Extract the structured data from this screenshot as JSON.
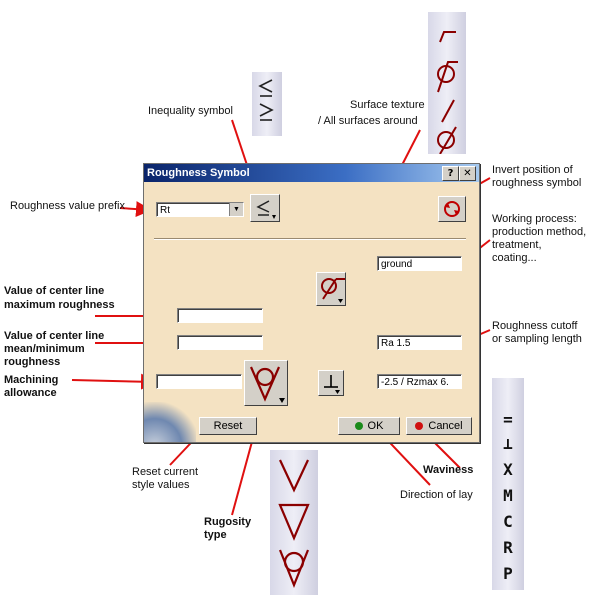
{
  "dialog": {
    "title": "Roughness Symbol",
    "help_label": "?",
    "close_label": "✕",
    "prefix_value": "Rt",
    "process_value": "ground",
    "center_max_value": "",
    "center_mean_value": "",
    "cutoff_value": "Ra 1.5",
    "machining_value": "",
    "waviness_value": "-2.5 / Rzmax 6.",
    "reset_label": "Reset",
    "ok_label": "OK",
    "cancel_label": "Cancel"
  },
  "callouts": {
    "inequality": "Inequality symbol",
    "surface_texture_1": "Surface texture",
    "surface_texture_2": "/ All surfaces around",
    "invert_1": "Invert position of",
    "invert_2": "roughness symbol",
    "prefix": "Roughness value prefix",
    "working_1": "Working process:",
    "working_2": "production method,",
    "working_3": "treatment,",
    "working_4": "coating...",
    "center_max_1": "Value of center line",
    "center_max_2": "maximum roughness",
    "center_mean_1": "Value of center line",
    "center_mean_2": "mean/minimum",
    "center_mean_3": "roughness",
    "machining_1": "Machining",
    "machining_2": "allowance",
    "cutoff_1": "Roughness cutoff",
    "cutoff_2": "or sampling length",
    "waviness": "Waviness",
    "reset_1": "Reset current",
    "reset_2": "style values",
    "lay": "Direction of lay",
    "rugosity_1": "Rugosity",
    "rugosity_2": "type"
  },
  "lay_symbols": [
    "=",
    "⊥",
    "X",
    "M",
    "C",
    "R",
    "P"
  ],
  "colors": {
    "accent_red": "#e01010",
    "symbol_dark_red": "#8b0000",
    "dialog_bg": "#f4e2c2",
    "title_blue": "#0a246a"
  }
}
